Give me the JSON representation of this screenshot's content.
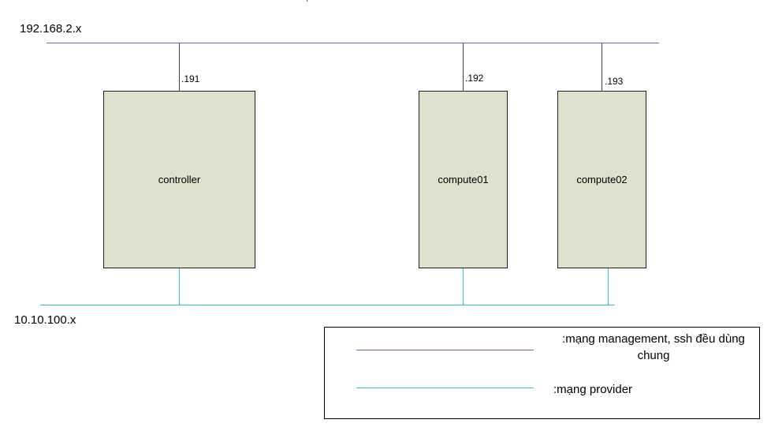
{
  "networks": {
    "management_label": "192.168.2.x",
    "provider_label": "10.10.100.x"
  },
  "nodes": [
    {
      "name": "controller",
      "ip": ".191"
    },
    {
      "name": "compute01",
      "ip": ".192"
    },
    {
      "name": "compute02",
      "ip": ".193"
    }
  ],
  "legend": {
    "management_text": ":mạng management, ssh  đều dùng chung",
    "provider_text": ":mạng provider"
  },
  "colors": {
    "management_line": "#7b5fb4",
    "provider_line": "#33c2c8",
    "node_fill": "#dde2ce"
  }
}
